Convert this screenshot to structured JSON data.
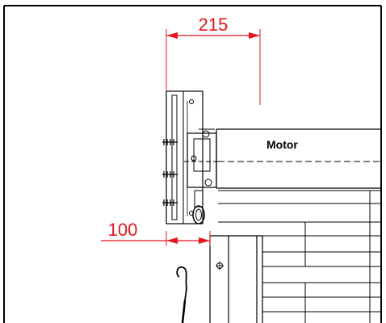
{
  "dimensions": {
    "top": "215",
    "bottom": "100"
  },
  "labels": {
    "motor": "Motor"
  },
  "colors": {
    "dimension": "#e8141b",
    "line": "#000000",
    "background": "#ffffff"
  }
}
